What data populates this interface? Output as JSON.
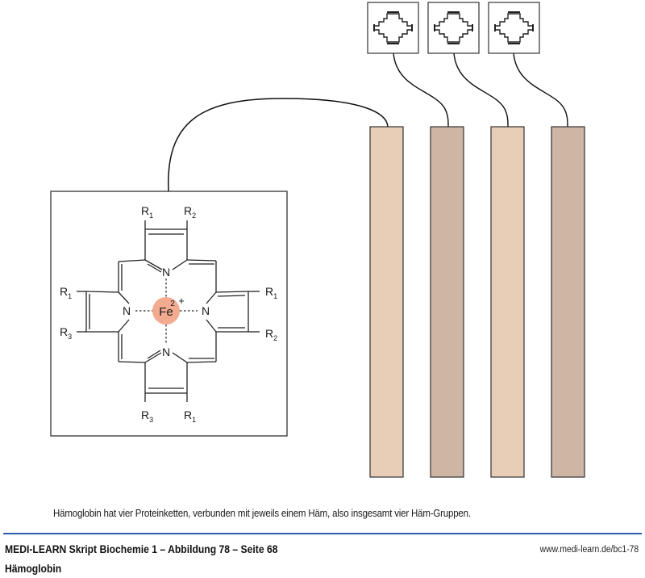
{
  "diagram": {
    "heme_box": {
      "metal_label": "Fe",
      "charge_label": "2+",
      "charge_number": "2",
      "charge_sign": "+",
      "nitrogen_label": "N",
      "substituents": {
        "top_left": {
          "base": "R",
          "sub": "1"
        },
        "top_right": {
          "base": "R",
          "sub": "2"
        },
        "left_top": {
          "base": "R",
          "sub": "1"
        },
        "left_bottom": {
          "base": "R",
          "sub": "3"
        },
        "right_top": {
          "base": "R",
          "sub": "1"
        },
        "right_bottom": {
          "base": "R",
          "sub": "2"
        },
        "bottom_left": {
          "base": "R",
          "sub": "3"
        },
        "bottom_right": {
          "base": "R",
          "sub": "1"
        }
      }
    },
    "protein_chains": [
      {
        "name": "chain-1",
        "color": "#e8cdb7"
      },
      {
        "name": "chain-2",
        "color": "#cfb5a4"
      },
      {
        "name": "chain-3",
        "color": "#e8cdb7"
      },
      {
        "name": "chain-4",
        "color": "#cfb5a4"
      }
    ],
    "mini_heme_count": 3,
    "colors": {
      "fe_circle": "#f3ab90",
      "chain_light": "#e8cdb7",
      "chain_dark": "#cfb5a4",
      "rule": "#2a5db0"
    }
  },
  "caption": "Hämoglobin hat vier Proteinketten, verbunden mit jeweils einem Häm, also insgesamt vier Häm-Gruppen.",
  "footer": {
    "title": "MEDI-LEARN Skript Biochemie 1 – Abbildung 78 – Seite 68",
    "subtitle": "Hämoglobin",
    "url": "www.medi-learn.de/bc1-78"
  }
}
